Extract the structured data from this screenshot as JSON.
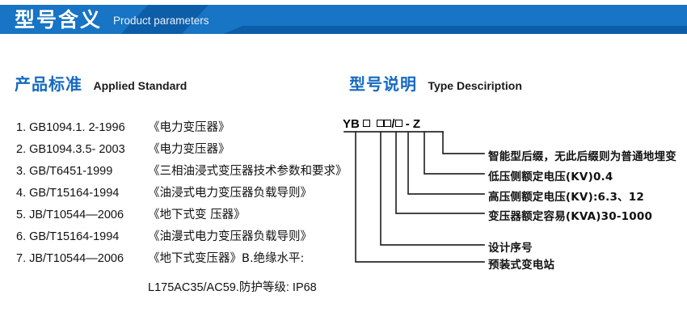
{
  "banner": {
    "title": "型号含义",
    "subtitle": "Product parameters",
    "bg_color_light": "#1874c4",
    "bg_color_dark": "#0d5ea8"
  },
  "sections": {
    "standard": {
      "cn": "产品标准",
      "en": "Applied Standard",
      "accent": "#1469c0"
    },
    "type": {
      "cn": "型号说明",
      "en": "Type Desciription",
      "accent": "#1469c0"
    }
  },
  "standards": [
    {
      "code": "1. GB1094.1. 2-1996",
      "name": "《电力变压器》"
    },
    {
      "code": "2. GB1094.3.5- 2003",
      "name": "《电力变压器》"
    },
    {
      "code": "3. GB/T6451-1999",
      "name": "《三相油浸式变压器技术参数和要求》"
    },
    {
      "code": "4. GB/T15164-1994",
      "name": "《油浸式电力变压器负载导则》"
    },
    {
      "code": "5. JB/T10544—2006",
      "name": "《地下式变 压器》"
    },
    {
      "code": "6. GB/T15164-1994",
      "name": "《油漫式电力变压器负载导则》"
    },
    {
      "code": "7. JB/T10544—2006",
      "name": "《地下式变压器》B.绝缘水平:"
    }
  ],
  "standards_continuation": "L175AC35/AC59.防护等级: IP68",
  "type_code": {
    "prefix": "YB",
    "display": "YB □  □□/□ - Z",
    "suffix_sep": "/",
    "dash": "-",
    "suffix": "Z"
  },
  "type_labels": [
    {
      "id": "intelligent-suffix",
      "text": "智能型后缀，无此后缀则为普通地埋变"
    },
    {
      "id": "lv-rated-voltage",
      "text": "低压侧额定电压(KV)0.4"
    },
    {
      "id": "hv-rated-voltage",
      "text": "高压侧额定电压(KV):6.3、12"
    },
    {
      "id": "rated-capacity",
      "text": "变压器额定容易(KVA)30-1000"
    },
    {
      "id": "design-serial",
      "text": "设计序号"
    },
    {
      "id": "prefab-substation",
      "text": "预装式变电站"
    }
  ]
}
